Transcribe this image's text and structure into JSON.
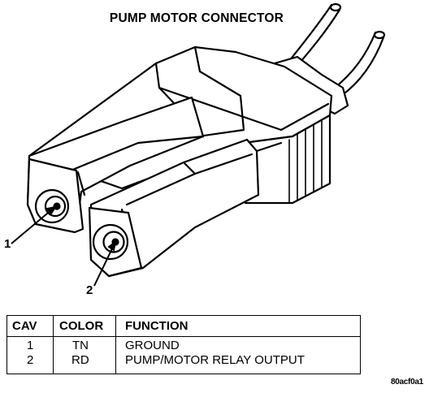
{
  "title": "PUMP MOTOR CONNECTOR",
  "callouts": [
    "1",
    "2"
  ],
  "table": {
    "headers": [
      "CAV",
      "COLOR",
      "FUNCTION"
    ],
    "rows": [
      {
        "cav": "1",
        "color": "TN",
        "function": "GROUND"
      },
      {
        "cav": "2",
        "color": "RD",
        "function": "PUMP/MOTOR RELAY OUTPUT"
      }
    ]
  },
  "figure_id": "80acf0a1"
}
